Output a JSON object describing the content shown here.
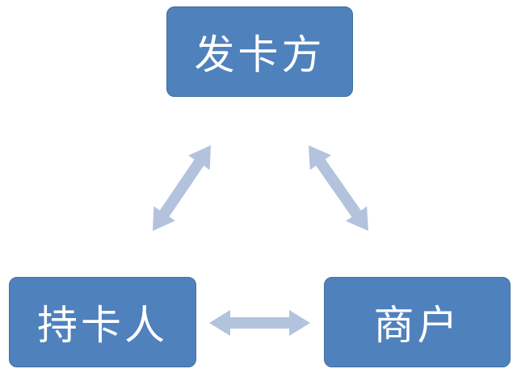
{
  "diagram": {
    "nodes": {
      "issuer": "发卡方",
      "holder": "持卡人",
      "merchant": "商户"
    },
    "edges": [
      {
        "from": "holder",
        "to": "issuer",
        "bidirectional": true
      },
      {
        "from": "issuer",
        "to": "merchant",
        "bidirectional": true
      },
      {
        "from": "holder",
        "to": "merchant",
        "bidirectional": true
      }
    ]
  },
  "colors": {
    "node_fill": "#4f81bd",
    "node_border": "#41719c",
    "node_text": "#ffffff",
    "arrow_fill": "#b3c3dd"
  }
}
